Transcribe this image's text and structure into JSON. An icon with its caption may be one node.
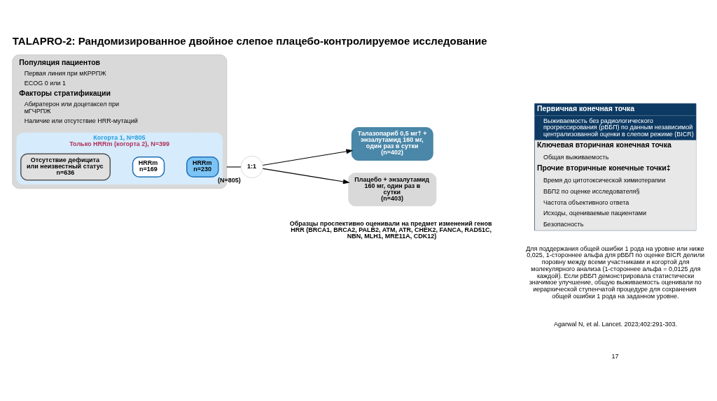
{
  "diagram": {
    "title": "TALAPRO-2: Рандомизированное двойное слепое плацебо-контролируемое исследование",
    "nodes": [
      {
        "text": [
          "Популяция пациентов",
          "Первая линия при мКРРПЖ",
          "ECOG 0 или 1",
          "Факторы стратификации",
          "Абиратерон или доцетаксел при мГЧРПЖ",
          "Наличие или отсутствие HRR-мутаций"
        ]
      },
      {
        "text": [
          "Когорта 1, N=805",
          "Только HRRm (когорта 2), N=399"
        ],
        "in": 0
      },
      {
        "text": [
          "Отсутствие дефицита или неизвестный статус n=636"
        ],
        "in": 1
      },
      {
        "text": [
          "HRRm n=169"
        ],
        "in": 1
      },
      {
        "text": [
          "HRRm n=230"
        ],
        "in": 1
      },
      {
        "text": [
          "1:1"
        ],
        "beside": [
          "(N=805)"
        ]
      },
      {
        "text": [
          "Талазопариб 0,5 мг† + энзалутамид 160 мг, один раз в сутки",
          "(n=402)"
        ]
      },
      {
        "text": [
          "Плацебо + энзалутамид 160 мг, один раз в сутки",
          "(n=403)"
        ]
      },
      {
        "text": [
          "Первичная конечная точка",
          "Выживаемость без радиологического прогрессирования (рВБП) по данным независимой централизованной оценки в слепом режиме (BICR)",
          "Ключевая вторичная конечная точка",
          "Общая выживаемость",
          "Прочие вторичные конечные точки‡",
          "Время до цитотоксической химиотерапии",
          "ВБП2 по оценке исследователя§",
          "Частота объективного ответа",
          "Исходы, оцениваемые пациентами",
          "Безопасность"
        ]
      }
    ],
    "edges": [
      {
        "from": 0,
        "to": 5,
        "arrow": "none"
      },
      {
        "from": 5,
        "to": 6,
        "arrow": "to"
      },
      {
        "from": 5,
        "to": 7,
        "arrow": "to"
      }
    ],
    "labels": [
      "Образцы проспективно оценивали на предмет изменений генов HRR (BRCA1, BRCA2, PALB2, ATM, ATR, CHEK2, FANCA, RAD51C, NBN, MLH1, MRE11A, CDK12)",
      "Для поддержания общей ошибки 1 рода на уровне или ниже 0,025, 1-стороннее альфа для рВБП по оценке BICR делили поровну между всеми участниками и когортой для молекулярного анализа (1-стороннее альфа = 0,0125 для каждой). Если рВБП демонстрировала статистически значимое улучшение, общую выживаемость оценивали по иерархической ступенчатой процедуре для сохранения общей ошибки 1 рода на заданном уровне.",
      "Agarwal N, et al. Lancet. 2023;402:291-303.",
      "17"
    ]
  }
}
